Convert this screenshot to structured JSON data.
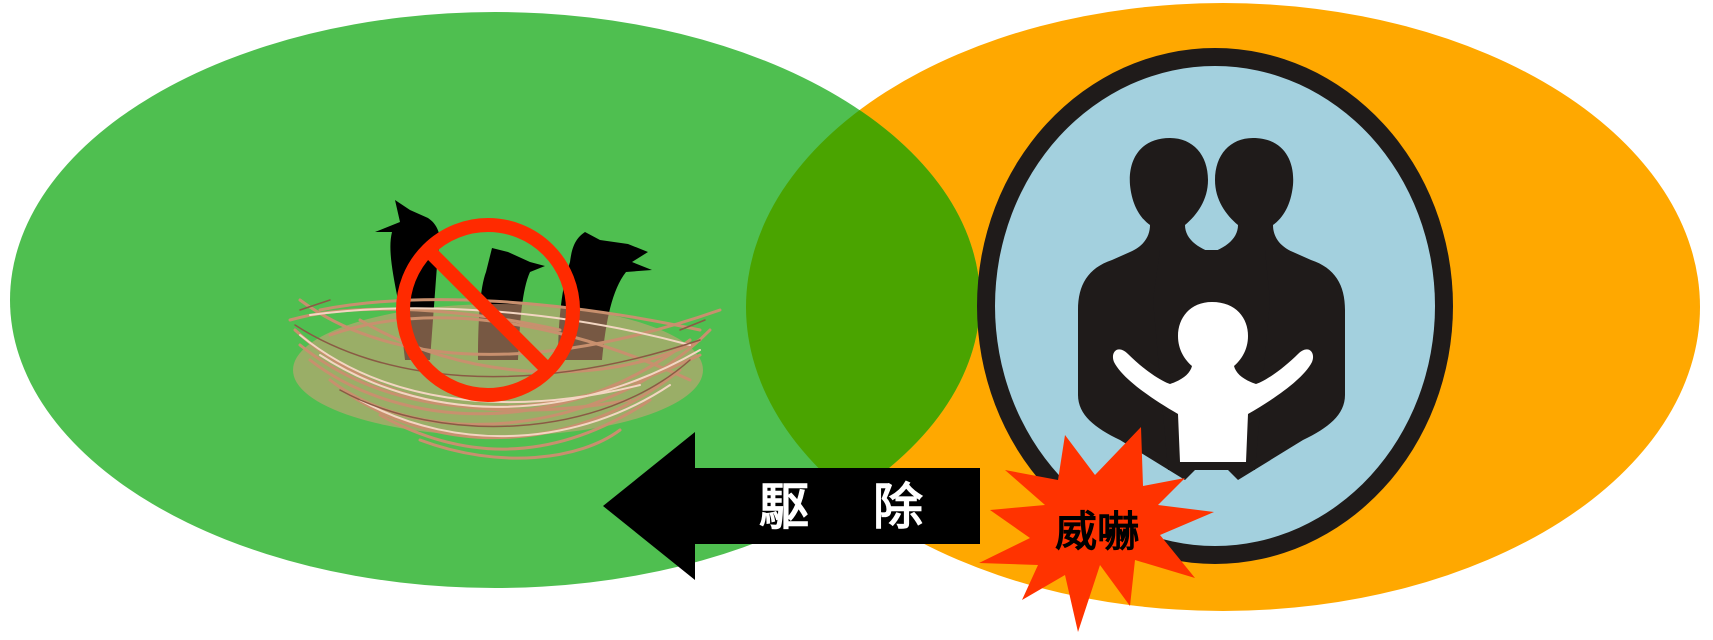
{
  "diagram": {
    "arrow_label_left": "駆",
    "arrow_label_right": "除",
    "burst_label": "威嚇"
  },
  "colors": {
    "green_zone": "#4fbf50",
    "orange_zone": "#ffa800",
    "overlap": "#4aa400",
    "arrow": "#000000",
    "prohibit": "#ff2a00",
    "burst": "#ff3300",
    "family_frame": "#1f1b1a",
    "family_bg": "#a3d0de",
    "nest": "#d9a07a"
  },
  "icons": {
    "crow_nest": "crows-in-nest-icon",
    "prohibited": "prohibition-icon",
    "family": "family-icon",
    "burst": "explosion-burst-icon",
    "arrow": "left-arrow-icon"
  }
}
